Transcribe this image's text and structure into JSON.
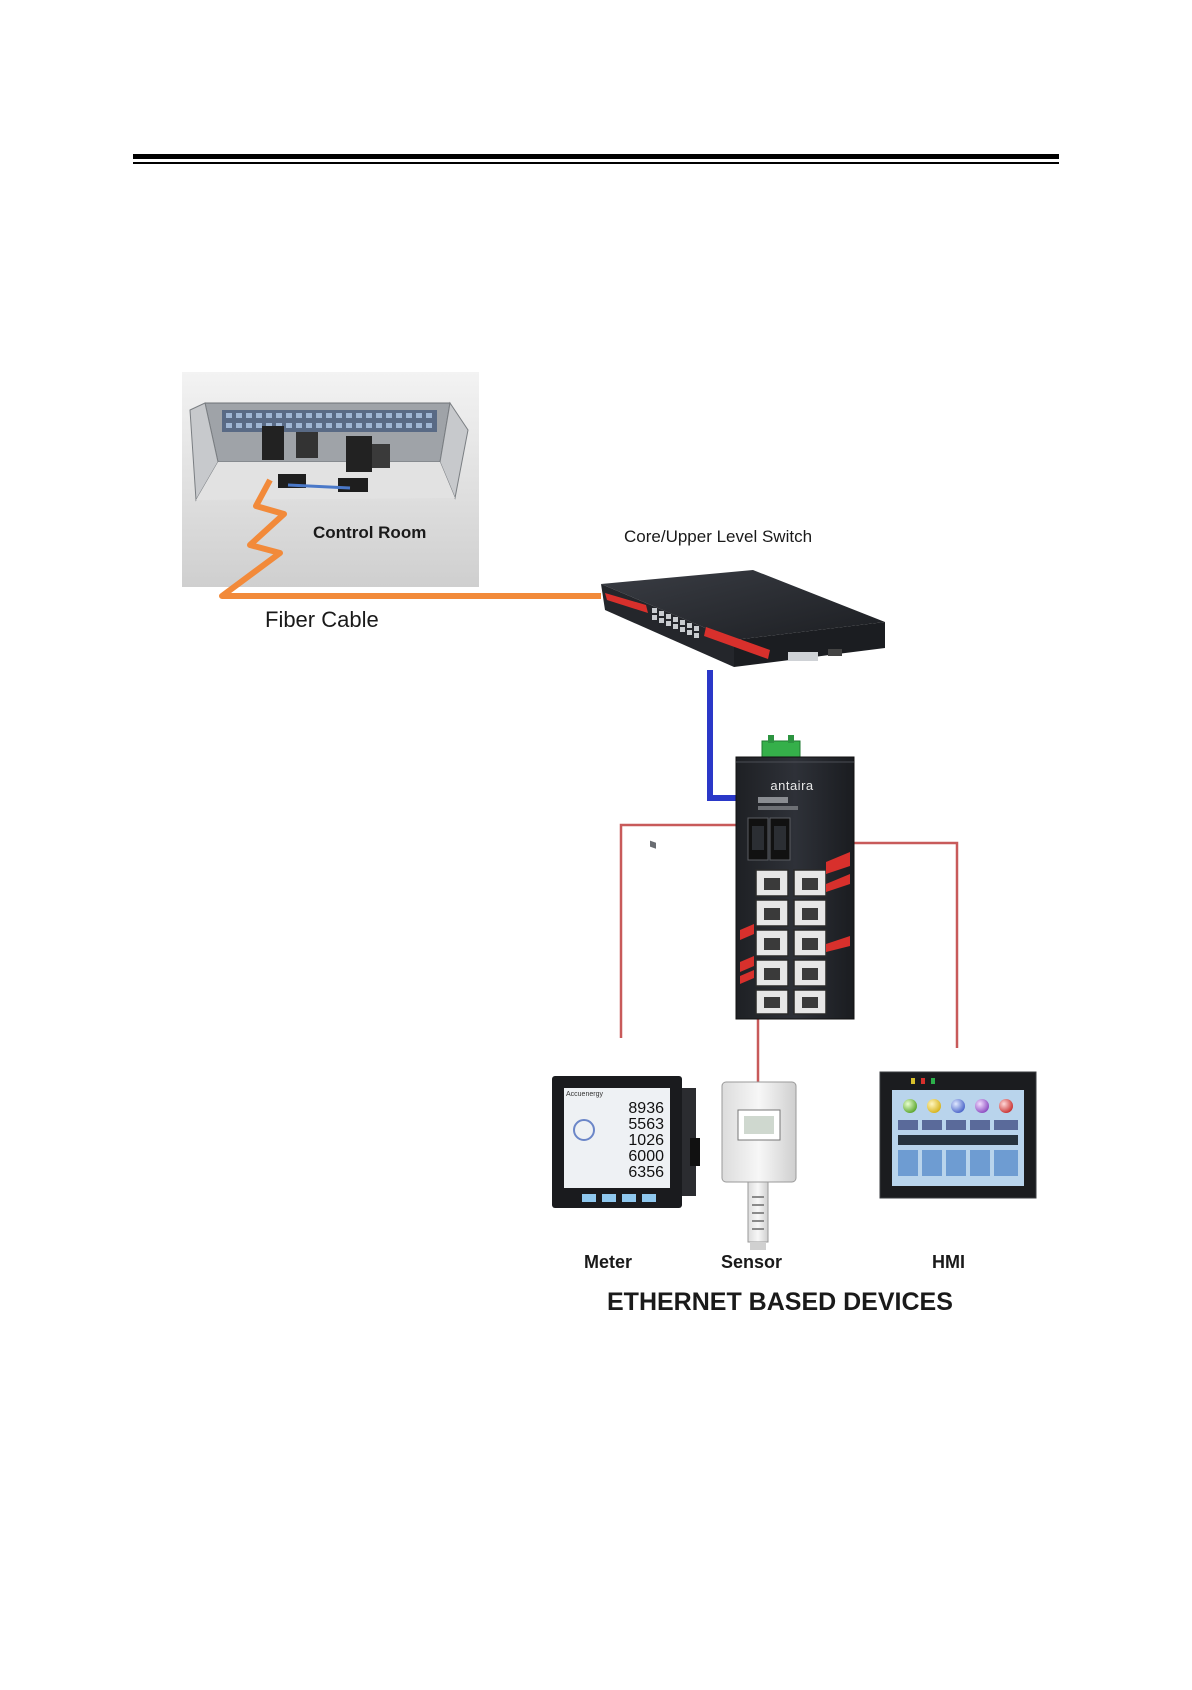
{
  "diagram": {
    "control_room_label": "Control Room",
    "fiber_cable_label": "Fiber Cable",
    "core_switch_label": "Core/Upper Level Switch",
    "switch_brand": "antaira",
    "meter_label": "Meter",
    "sensor_label": "Sensor",
    "hmi_label": "HMI",
    "group_caption": "ETHERNET BASED DEVICES",
    "meter_readings": [
      "8936",
      "5563",
      "1026",
      "6000",
      "6356"
    ]
  },
  "colors": {
    "fiber": "#f28a3a",
    "uplink": "#2a38c8",
    "device_link": "#c85a5a",
    "switch_body": "#2a2d33",
    "switch_accent": "#d8302c",
    "terminal": "#35b04a"
  }
}
